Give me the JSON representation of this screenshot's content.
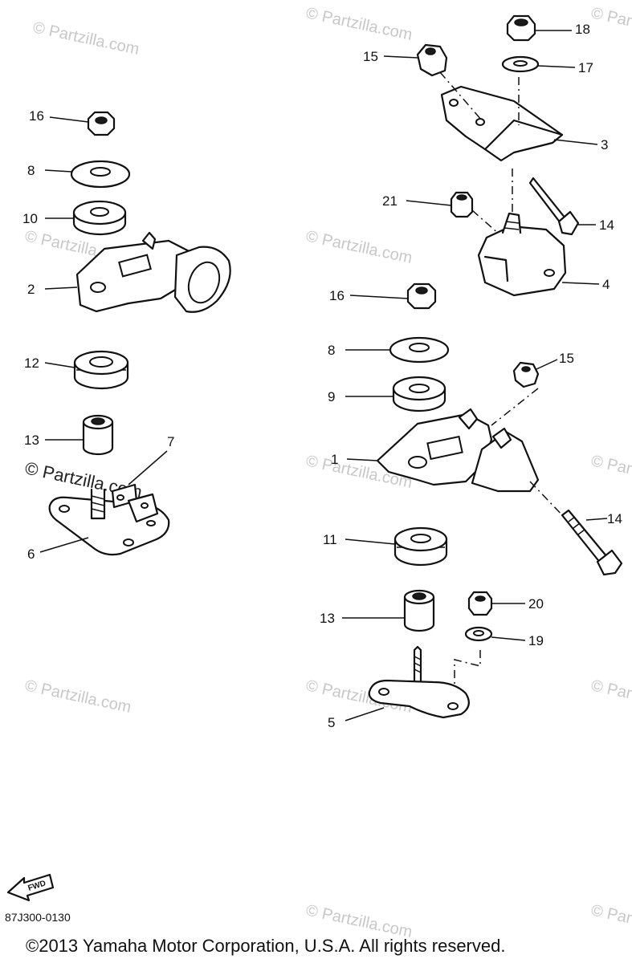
{
  "diagram": {
    "callouts": {
      "c16_left": "16",
      "c8_left": "8",
      "c10": "10",
      "c2": "2",
      "c12": "12",
      "c13_left": "13",
      "c7": "7",
      "c6": "6",
      "c15_top": "15",
      "c18": "18",
      "c17": "17",
      "c3": "3",
      "c21": "21",
      "c14_top": "14",
      "c4": "4",
      "c16_right": "16",
      "c8_right": "8",
      "c15_mid": "15",
      "c9": "9",
      "c1": "1",
      "c14_mid": "14",
      "c11": "11",
      "c13_right": "13",
      "c20": "20",
      "c19": "19",
      "c5": "5"
    },
    "watermark": "© Partzilla.com",
    "watermark_inline": "© Partzilla.com",
    "fwd_label": "FWD",
    "drawing_code": "87J300-0130",
    "copyright": "©2013 Yamaha Motor Corporation, U.S.A. All rights reserved."
  }
}
